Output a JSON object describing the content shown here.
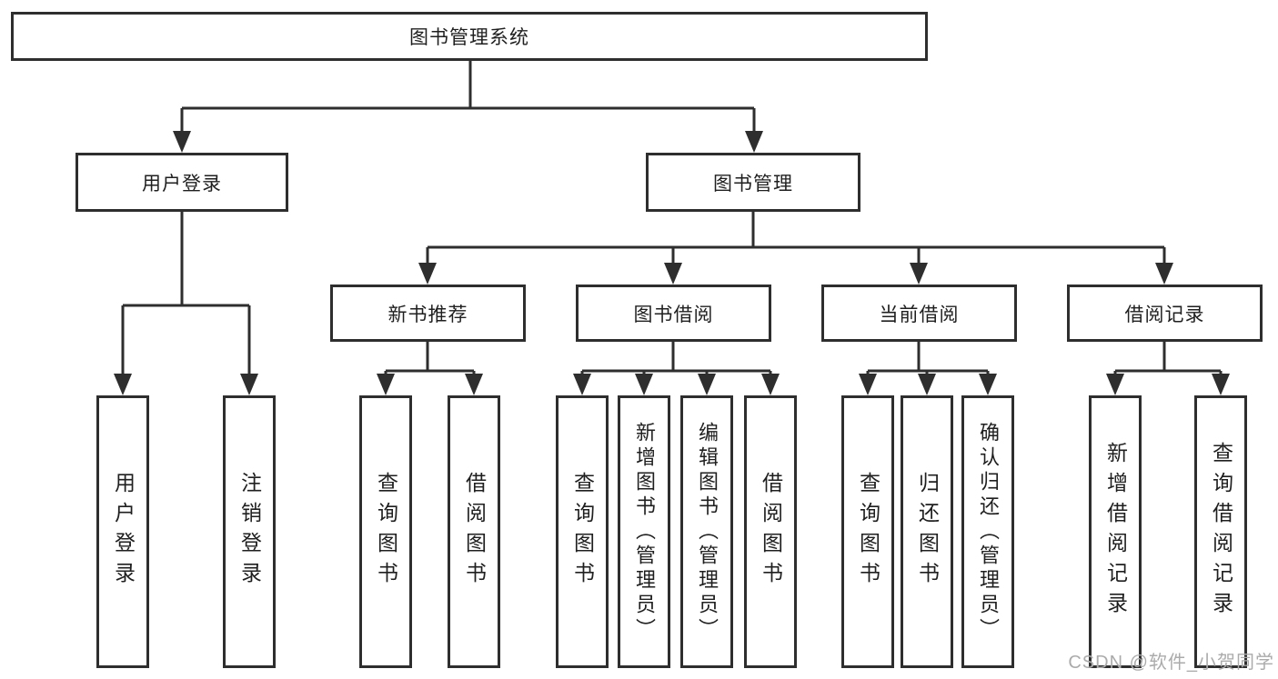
{
  "diagram": {
    "root": {
      "label": "图书管理系统"
    },
    "branches": [
      {
        "label": "用户登录",
        "children": [
          {
            "label": "用户登录"
          },
          {
            "label": "注销登录"
          }
        ]
      },
      {
        "label": "图书管理",
        "children": [
          {
            "label": "新书推荐",
            "children": [
              {
                "label": "查询图书"
              },
              {
                "label": "借阅图书"
              }
            ]
          },
          {
            "label": "图书借阅",
            "children": [
              {
                "label": "查询图书"
              },
              {
                "label": "新增图书（管理员）"
              },
              {
                "label": "编辑图书（管理员）"
              },
              {
                "label": "借阅图书"
              }
            ]
          },
          {
            "label": "当前借阅",
            "children": [
              {
                "label": "查询图书"
              },
              {
                "label": "归还图书"
              },
              {
                "label": "确认归还（管理员）"
              }
            ]
          },
          {
            "label": "借阅记录",
            "children": [
              {
                "label": "新增借阅记录"
              },
              {
                "label": "查询借阅记录"
              }
            ]
          }
        ]
      }
    ]
  },
  "watermark": {
    "text": "CSDN @软件_小贺同学"
  },
  "colors": {
    "line": "#2e2e2e",
    "text": "#1f1f1f",
    "watermark": "#ababab",
    "background": "#ffffff"
  }
}
